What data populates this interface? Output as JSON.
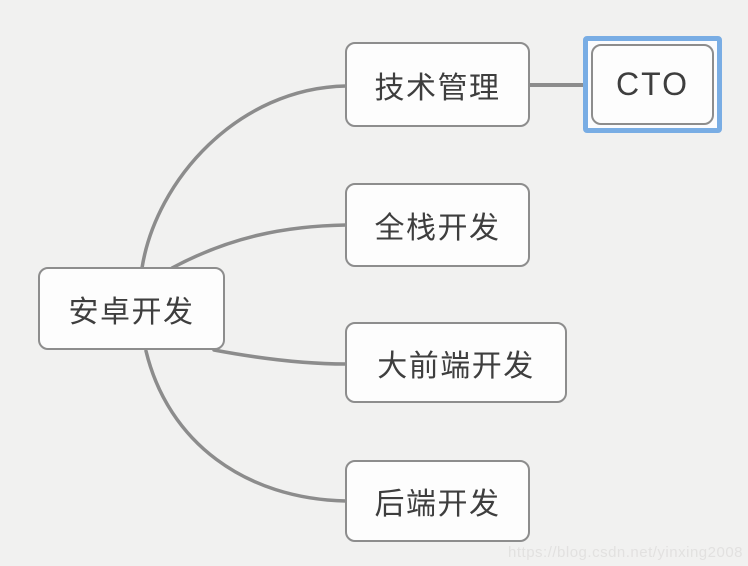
{
  "mindmap": {
    "root": {
      "label": "安卓开发"
    },
    "branches": [
      {
        "label": "技术管理",
        "children": [
          {
            "label": "CTO",
            "selected": true
          }
        ]
      },
      {
        "label": "全栈开发",
        "children": []
      },
      {
        "label": "大前端开发",
        "children": []
      },
      {
        "label": "后端开发",
        "children": []
      }
    ]
  },
  "colors": {
    "canvas_background": "#f1f1f0",
    "node_fill": "#fdfdfd",
    "node_border": "#8d8d8d",
    "node_text": "#3e3e3e",
    "connector": "#8c8c8c",
    "selection_ring": "#79ade4"
  },
  "watermark": {
    "text": "https://blog.csdn.net/yinxing2008"
  }
}
